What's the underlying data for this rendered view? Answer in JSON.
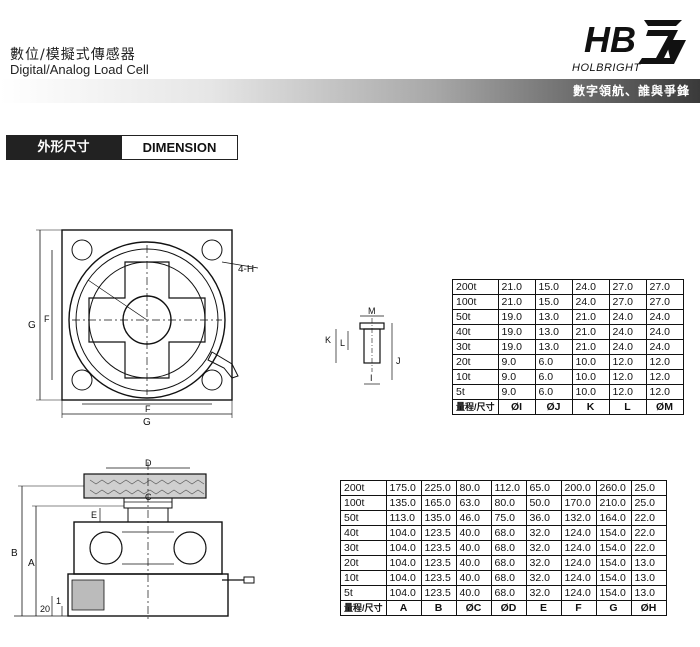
{
  "header": {
    "title_cn": "數位/模擬式傳感器",
    "title_en": "Digital/Analog Load Cell",
    "brand_logo": "HB",
    "brand_name": "HOLBRIGHT",
    "slogan": "數字領航、誰與爭鋒"
  },
  "section": {
    "label_cn": "外形尺寸",
    "label_en": "DIMENSION"
  },
  "drawing_labels": {
    "top_view": {
      "hole": "4-H",
      "g_side": "G",
      "f_side": "F",
      "f_bottom": "F",
      "g_bottom": "G"
    },
    "side_view": {
      "d": "D",
      "c": "C",
      "e": "E",
      "b": "B",
      "a": "A",
      "s20": "20",
      "one": "1"
    },
    "pin_view": {
      "m": "M",
      "k": "K",
      "j": "J",
      "l": "L",
      "i": "I"
    }
  },
  "table1": {
    "rows": [
      [
        "200t",
        "21.0",
        "15.0",
        "24.0",
        "27.0",
        "27.0"
      ],
      [
        "100t",
        "21.0",
        "15.0",
        "24.0",
        "27.0",
        "27.0"
      ],
      [
        "50t",
        "19.0",
        "13.0",
        "21.0",
        "24.0",
        "24.0"
      ],
      [
        "40t",
        "19.0",
        "13.0",
        "21.0",
        "24.0",
        "24.0"
      ],
      [
        "30t",
        "19.0",
        "13.0",
        "21.0",
        "24.0",
        "24.0"
      ],
      [
        "20t",
        "9.0",
        "6.0",
        "10.0",
        "12.0",
        "12.0"
      ],
      [
        "10t",
        "9.0",
        "6.0",
        "10.0",
        "12.0",
        "12.0"
      ],
      [
        "5t",
        "9.0",
        "6.0",
        "10.0",
        "12.0",
        "12.0"
      ]
    ],
    "header": [
      "量程/尺寸",
      "ØI",
      "ØJ",
      "K",
      "L",
      "ØM"
    ]
  },
  "table2": {
    "rows": [
      [
        "200t",
        "175.0",
        "225.0",
        "80.0",
        "112.0",
        "65.0",
        "200.0",
        "260.0",
        "25.0"
      ],
      [
        "100t",
        "135.0",
        "165.0",
        "63.0",
        "80.0",
        "50.0",
        "170.0",
        "210.0",
        "25.0"
      ],
      [
        "50t",
        "113.0",
        "135.0",
        "46.0",
        "75.0",
        "36.0",
        "132.0",
        "164.0",
        "22.0"
      ],
      [
        "40t",
        "104.0",
        "123.5",
        "40.0",
        "68.0",
        "32.0",
        "124.0",
        "154.0",
        "22.0"
      ],
      [
        "30t",
        "104.0",
        "123.5",
        "40.0",
        "68.0",
        "32.0",
        "124.0",
        "154.0",
        "22.0"
      ],
      [
        "20t",
        "104.0",
        "123.5",
        "40.0",
        "68.0",
        "32.0",
        "124.0",
        "154.0",
        "13.0"
      ],
      [
        "10t",
        "104.0",
        "123.5",
        "40.0",
        "68.0",
        "32.0",
        "124.0",
        "154.0",
        "13.0"
      ],
      [
        "5t",
        "104.0",
        "123.5",
        "40.0",
        "68.0",
        "32.0",
        "124.0",
        "154.0",
        "13.0"
      ]
    ],
    "header": [
      "量程/尺寸",
      "A",
      "B",
      "ØC",
      "ØD",
      "E",
      "F",
      "G",
      "ØH"
    ]
  },
  "colors": {
    "dark": "#222222",
    "bar_end": "#3a3a3a",
    "line": "#111111"
  }
}
